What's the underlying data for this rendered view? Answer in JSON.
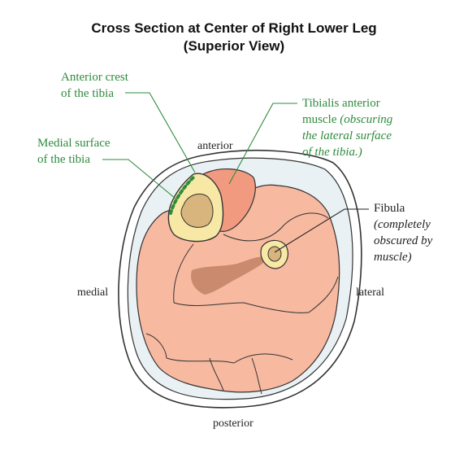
{
  "title": {
    "line1": "Cross Section at Center of Right Lower Leg",
    "line2": "(Superior View)"
  },
  "labels": {
    "anterior_crest": [
      "Anterior crest",
      "of the tibia"
    ],
    "medial_surface": [
      "Medial surface",
      "of the tibia"
    ],
    "tibialis_anterior": {
      "line1": "Tibialis anterior",
      "line2_plain": "muscle ",
      "line2_italic": "(obscuring",
      "line3": "the lateral surface",
      "line4": "of the tibia.)"
    },
    "fibula": {
      "name": "Fibula",
      "note": [
        "(completely",
        "obscured by",
        "muscle)"
      ]
    },
    "directions": {
      "anterior": "anterior",
      "posterior": "posterior",
      "medial": "medial",
      "lateral": "lateral"
    }
  },
  "colors": {
    "label_green": "#2e8b3c",
    "muscle": "#f7b9a0",
    "tibialis": "#f19a80",
    "bone": "#f8e8a6",
    "marrow": "#d8b57c",
    "fascia": "#e9f1f4"
  }
}
